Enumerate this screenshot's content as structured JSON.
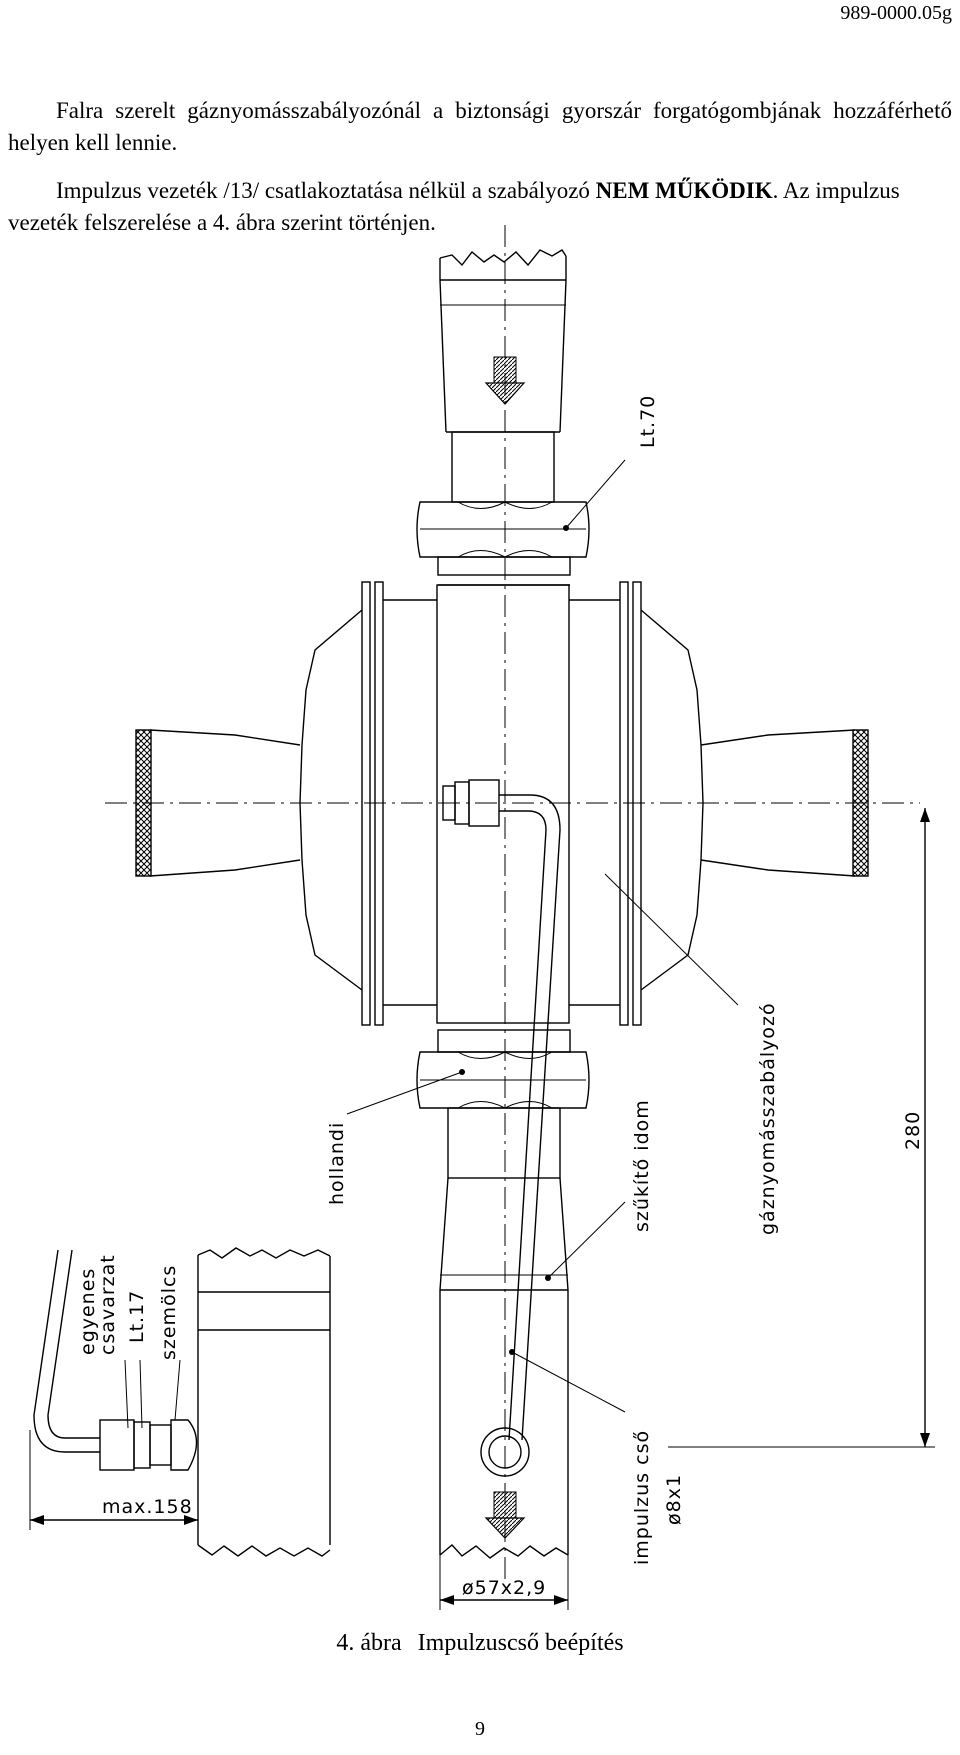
{
  "header": {
    "doc_code": "989-0000.05g"
  },
  "paragraphs": {
    "p1": "Falra szerelt gáznyomásszabályozónál a biztonsági gyorszár forgatógombjának hozzáférhető helyen kell lennie.",
    "p2_a": "Impulzus vezeték /13/ csatlakoztatása nélkül a szabályozó",
    "p2_bold": "NEM MŰKÖDIK",
    "p2_b": ". Az impulzus vezeték felszerelése a 4. ábra szerint történjen."
  },
  "figure": {
    "labels": {
      "lt70": "Lt.70",
      "hollandi": "hollandi",
      "szukito": "szűkítő idom",
      "regulator": "gáznyomásszabályozó",
      "dim280": "280",
      "egyenes": "egyenes",
      "csavarzat": "csavarzat",
      "lt17": "Lt.17",
      "szemolcs": "szemölcs",
      "max158": "max.158",
      "impulzus": "impulzus cső",
      "d8x1": "ø8x1",
      "d57": "ø57x2,9"
    },
    "caption_number": "4. ábra",
    "caption_title": "Impulzuscső beépítés"
  },
  "footer": {
    "page_number": "9"
  }
}
